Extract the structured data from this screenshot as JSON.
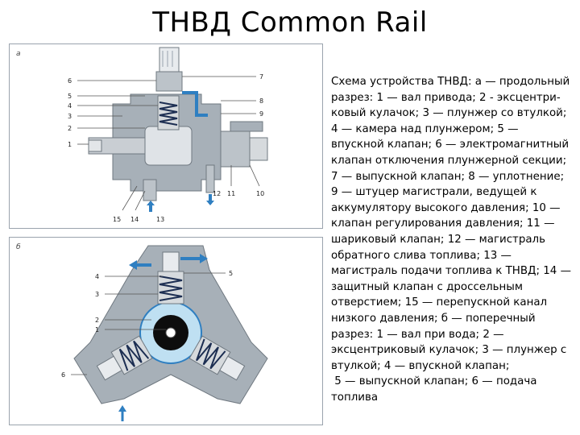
{
  "title": "ТНВД Common Rail",
  "figure_a": {
    "tag": "а",
    "labels": [
      "1",
      "2",
      "3",
      "4",
      "5",
      "6",
      "7",
      "8",
      "9",
      "10",
      "11",
      "12",
      "13",
      "14",
      "15"
    ]
  },
  "figure_b": {
    "tag": "б",
    "labels": [
      "1",
      "2",
      "3",
      "4",
      "5",
      "6"
    ]
  },
  "caption": "Схема устройства ТНВД: а — продольный разрез: 1 — вал привода; 2 - эксцентри-ковый кулачок; 3 — плунжер со втулкой; 4 — камера над плунжером; 5 — впускной клапан; 6 — электромагнитный клапан отключения плунжерной секции; 7 — выпускной клапан; 8 — уплотнение; 9 — штуцер магистрали, ведущей к аккумулятору высокого давления; 10 — клапан регулирования давления; 11 — шариковый клапан; 12 — магистраль обратного слива топлива; 13 — магистраль подачи топлива к ТНВД; 14 — защитный клапан с дроссельным отверстием; 15 — перепускной канал низкого давления; б — поперечный разрез: 1 — вал при вода; 2 — эксцентриковый кулачок; 3 — плунжер с втулкой; 4 — впускной клапан;\n 5 — выпускной клапан; 6 — подача топлива",
  "colors": {
    "housing": "#a7b0b8",
    "housing_dark": "#7d8790",
    "fuel_blue": "#2f7fc1",
    "light_blue": "#bfe0f2",
    "spring": "#1c2e52"
  }
}
